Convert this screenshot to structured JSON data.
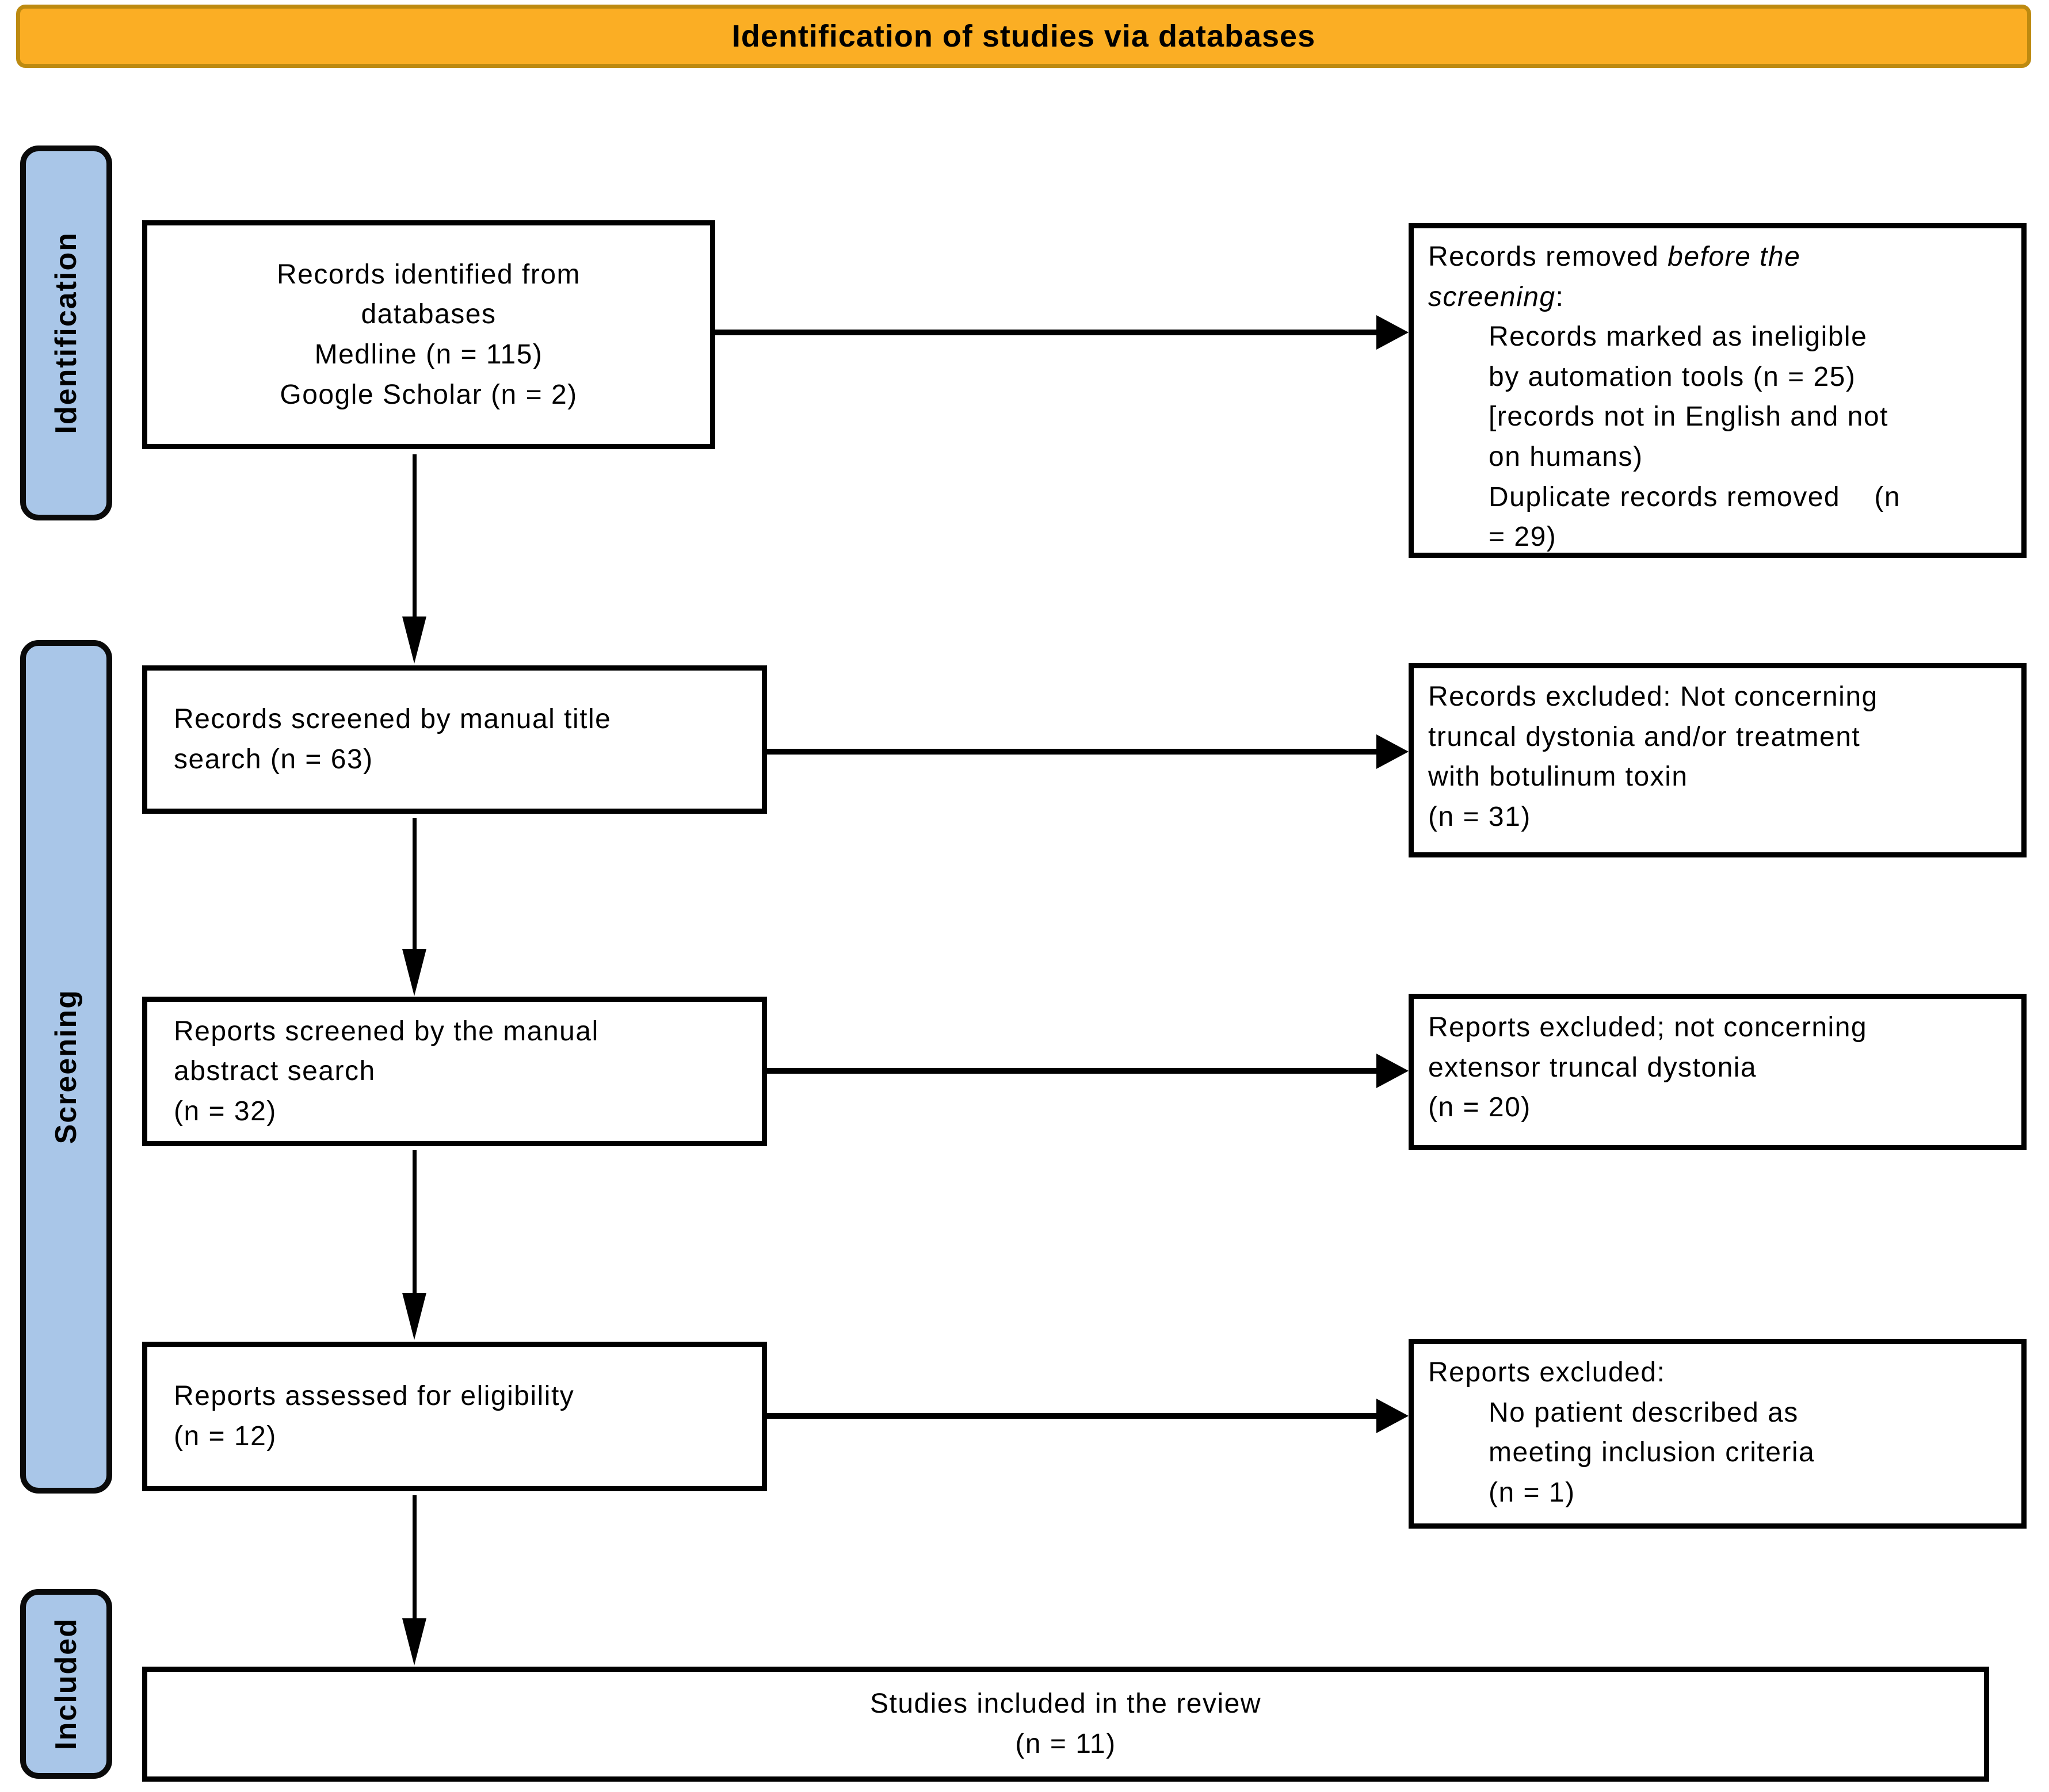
{
  "banner": {
    "title": "Identification of studies via databases"
  },
  "colors": {
    "banner_fill": "#FBAE24",
    "banner_border": "#BD8A10",
    "stage_fill": "#A9C6E8",
    "box_border": "#000000"
  },
  "stages": [
    {
      "label": "Identification"
    },
    {
      "label": "Screening"
    },
    {
      "label": "Included"
    }
  ],
  "boxes": {
    "records_identified": {
      "lines": [
        "Records identified from",
        "databases",
        "Medline (n = 115)",
        "Google Scholar (n = 2)"
      ]
    },
    "records_removed": {
      "title_normal": "Records removed ",
      "title_italic_line1": "before the",
      "title_italic_line2": "screening",
      "title_suffix": ":",
      "item_lines": [
        "Records marked as ineligible",
        "by automation tools (n = 25)",
        "[records not in English and not",
        "on humans)",
        "Duplicate records removed    (n",
        "= 29)"
      ]
    },
    "records_screened": {
      "lines": [
        "Records screened by manual title",
        "search (n = 63)"
      ]
    },
    "records_excluded": {
      "lines": [
        "Records excluded: Not concerning",
        "truncal dystonia and/or treatment",
        "with botulinum toxin",
        "(n = 31)"
      ]
    },
    "reports_screened": {
      "lines": [
        "Reports screened by the manual",
        "abstract search",
        "(n = 32)"
      ]
    },
    "reports_excluded_abstract": {
      "lines": [
        "Reports excluded; not concerning",
        "extensor truncal dystonia",
        "(n = 20)"
      ]
    },
    "reports_assessed": {
      "lines": [
        "Reports assessed for eligibility",
        "(n = 12)"
      ]
    },
    "reports_excluded_eligibility": {
      "title": "Reports excluded:",
      "item_lines": [
        "No patient described as",
        "meeting inclusion criteria",
        "(n = 1)"
      ]
    },
    "studies_included": {
      "lines": [
        "Studies included in the review",
        "(n = 11)"
      ]
    }
  }
}
